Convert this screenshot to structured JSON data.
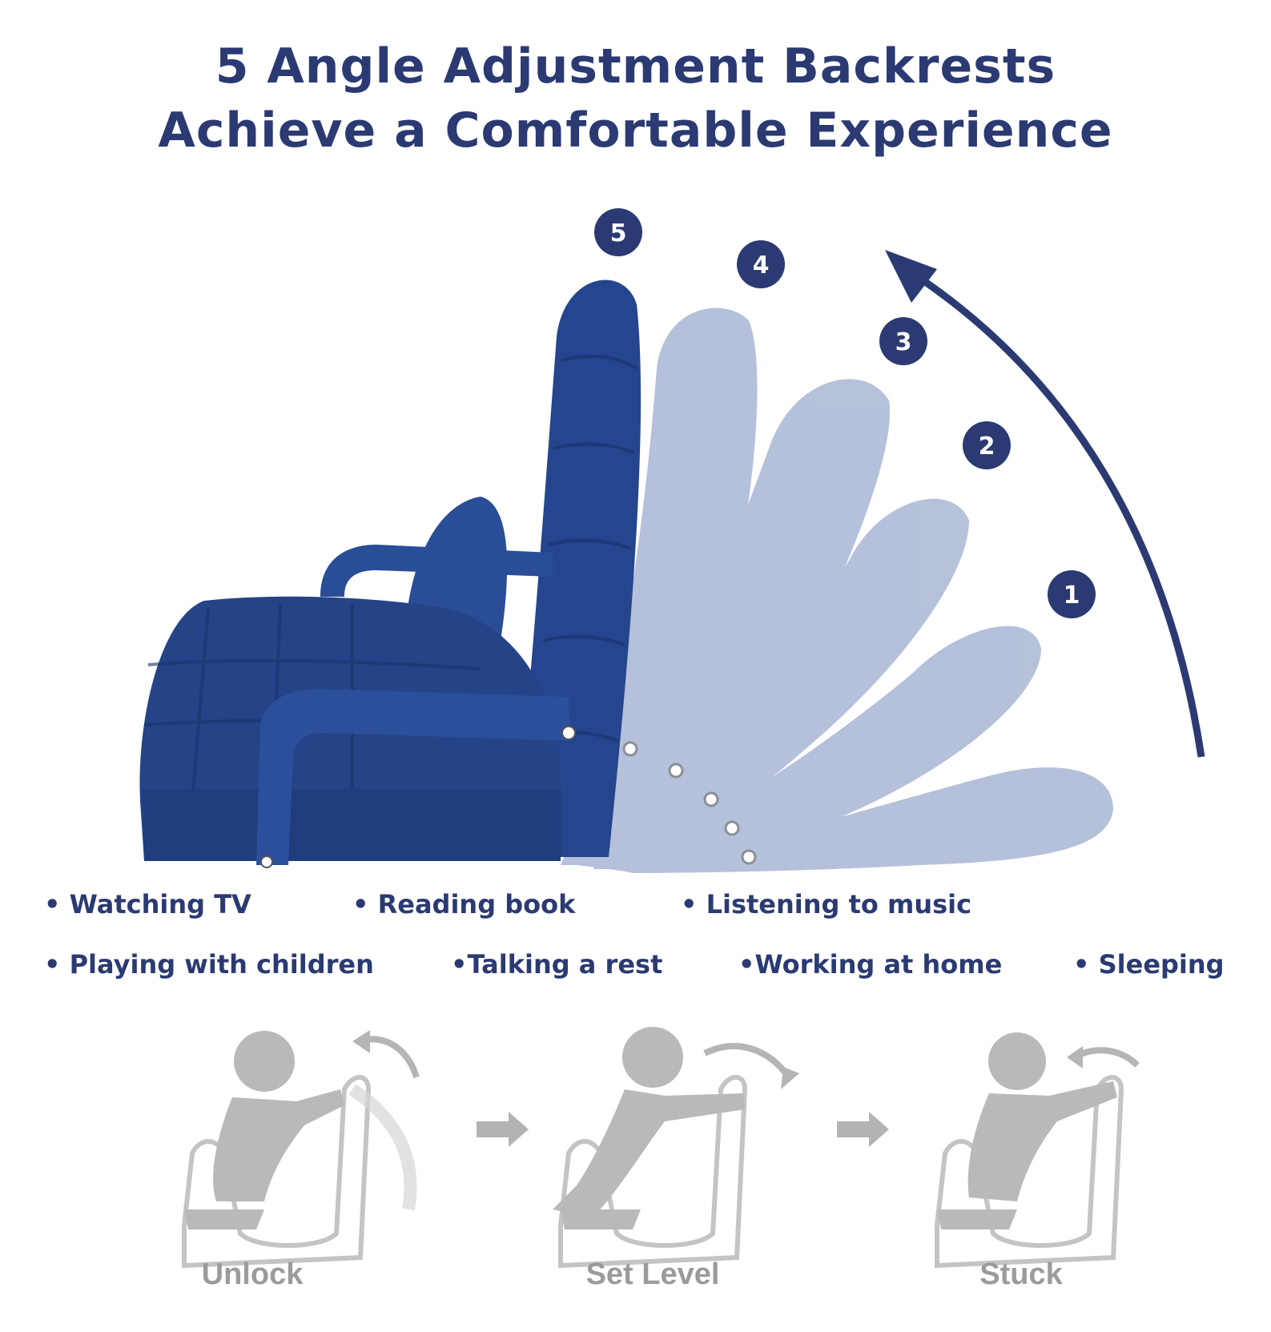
{
  "title": {
    "line1": "5 Angle Adjustment Backrests",
    "line2": "Achieve a Comfortable Experience"
  },
  "angles": [
    "1",
    "2",
    "3",
    "4",
    "5"
  ],
  "uses": {
    "row1": [
      "• Watching TV",
      "• Reading book",
      "• Listening to music"
    ],
    "row2": [
      "• Playing with children",
      "•Talking a rest",
      "•Working at home",
      "• Sleeping"
    ]
  },
  "steps": [
    "Unlock",
    "Set Level",
    "Stuck"
  ],
  "colors": {
    "navy": "#2b3a72",
    "chair_blue": "#25458e",
    "ghost_blue": "#a9b6d4",
    "grey": "#9b9b9b"
  }
}
